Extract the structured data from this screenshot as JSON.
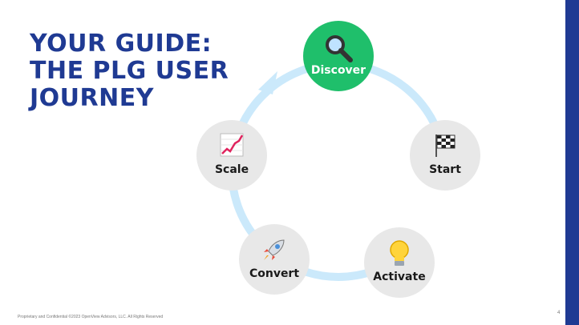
{
  "title": {
    "line1": "YOUR GUIDE:",
    "line2": "THE PLG USER",
    "line3": "JOURNEY"
  },
  "steps": [
    {
      "label": "Discover",
      "icon": "magnifying-glass-icon",
      "active": true
    },
    {
      "label": "Start",
      "icon": "checkered-flag-icon",
      "active": false
    },
    {
      "label": "Activate",
      "icon": "lightbulb-icon",
      "active": false
    },
    {
      "label": "Convert",
      "icon": "rocket-icon",
      "active": false
    },
    {
      "label": "Scale",
      "icon": "chart-increasing-icon",
      "active": false
    }
  ],
  "footer": "Proprietary and Confidential ©2023 OpenView Advisors, LLC. All Rights Reserved",
  "page_number": "4",
  "colors": {
    "brand_navy": "#1f3a93",
    "active_green": "#1fbf6b",
    "ring_blue": "#cbe9fb",
    "node_gray": "#e8e8e8"
  }
}
